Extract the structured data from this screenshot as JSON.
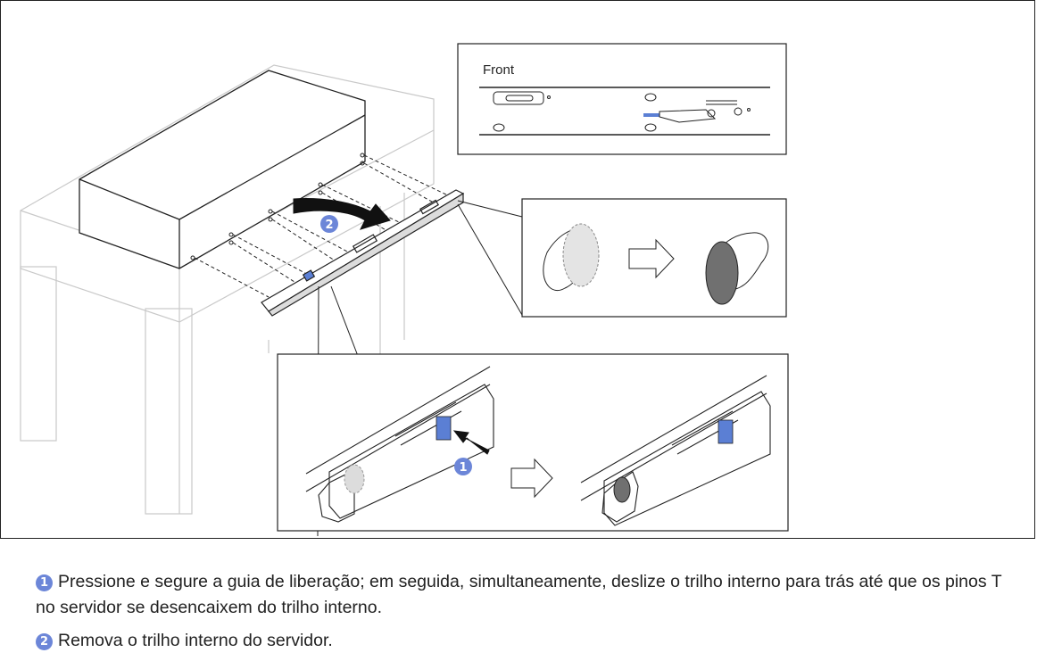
{
  "figure": {
    "front_label": "Front",
    "callout_1": "1",
    "callout_2": "2"
  },
  "steps": [
    {
      "number": "1",
      "text": "Pressione e segure a guia de liberação; em seguida, simultaneamente, deslize o trilho interno para trás até que os pinos T no servidor se desencaixem do trilho interno."
    },
    {
      "number": "2",
      "text": "Remova o trilho interno do servidor."
    }
  ],
  "colors": {
    "callout_badge": "#6c86d8",
    "release_tab": "#5b7fd4",
    "pin_gray": "#707070",
    "line": "#222222"
  }
}
